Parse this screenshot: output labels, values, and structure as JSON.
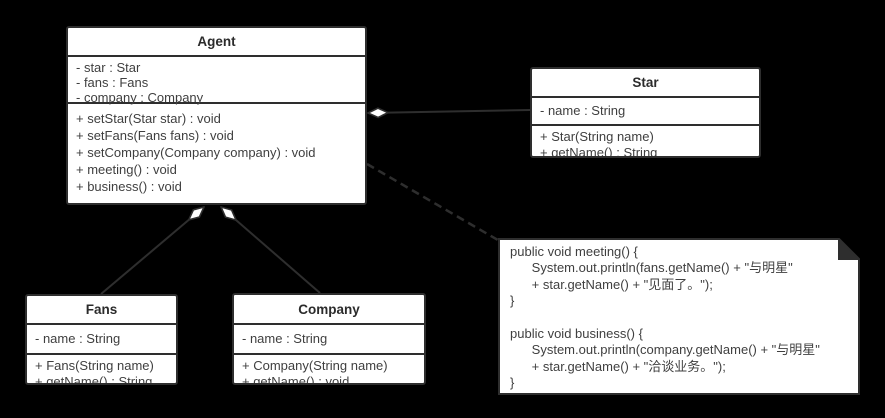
{
  "colors": {
    "background": "#000000",
    "box_fill": "#ffffff",
    "border": "#2e2e2e",
    "text": "#3f3f3f"
  },
  "classes": {
    "agent": {
      "name": "Agent",
      "attributes": [
        "- star : Star",
        "- fans : Fans",
        "- company : Company"
      ],
      "methods": [
        "+ setStar(Star star) : void",
        "+ setFans(Fans fans) : void",
        "+ setCompany(Company company) : void",
        "+ meeting() : void",
        "+ business() : void"
      ]
    },
    "star": {
      "name": "Star",
      "attributes": [
        "- name : String"
      ],
      "methods": [
        "+ Star(String name)",
        "+ getName() : String"
      ]
    },
    "fans": {
      "name": "Fans",
      "attributes": [
        "- name : String"
      ],
      "methods": [
        "+ Fans(String name)",
        "+ getName() : String"
      ]
    },
    "company": {
      "name": "Company",
      "attributes": [
        "- name : String"
      ],
      "methods": [
        "+ Company(String name)",
        "+ getName() : void"
      ]
    }
  },
  "note": {
    "code": "public void meeting() {\n      System.out.println(fans.getName() + \"与明星\"\n      + star.getName() + \"见面了。\");\n}\n\npublic void business() {\n      System.out.println(company.getName() + \"与明星\"\n      + star.getName() + \"洽谈业务。\");\n}"
  },
  "relationships": [
    {
      "type": "aggregation",
      "from": "Agent",
      "to": "Star"
    },
    {
      "type": "aggregation",
      "from": "Agent",
      "to": "Fans"
    },
    {
      "type": "aggregation",
      "from": "Agent",
      "to": "Company"
    },
    {
      "type": "dashed-anchor",
      "from": "Agent",
      "to": "note"
    }
  ]
}
